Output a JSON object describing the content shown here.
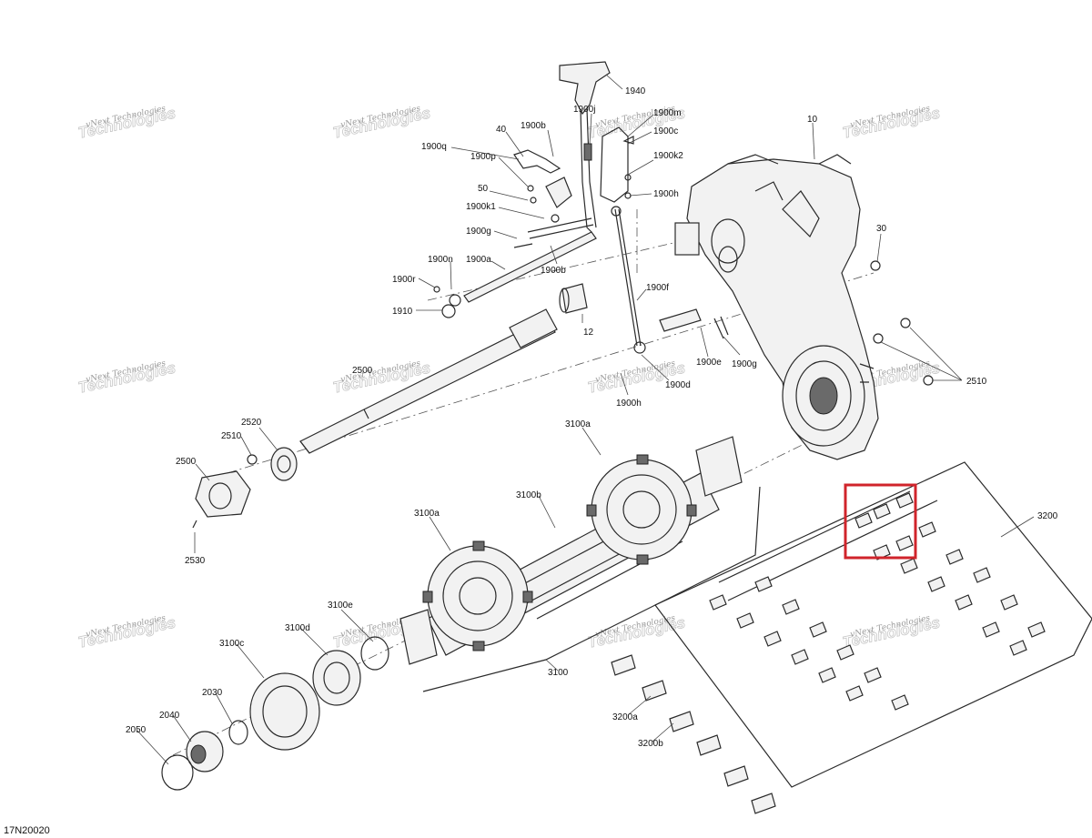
{
  "watermark": {
    "small": "vNext Technologies",
    "large": "Technologies"
  },
  "drawing_ref": "17N20020",
  "callouts": {
    "c1940": "1940",
    "c1900j": "1900j",
    "c1900m": "1900m",
    "c1900c": "1900c",
    "c1900b_top": "1900b",
    "c40": "40",
    "c1900q": "1900q",
    "c1900p": "1900p",
    "c1900k2": "1900k2",
    "c50": "50",
    "c1900h_top": "1900h",
    "c1900k1": "1900k1",
    "c1900g_left": "1900g",
    "c1900n": "1900n",
    "c1900a": "1900a",
    "c1900b_mid": "1900b",
    "c1900r": "1900r",
    "c1910": "1910",
    "c12": "12",
    "c1900f": "1900f",
    "c10": "10",
    "c30": "30",
    "c2500_shaft": "2500",
    "c2510_right": "2510",
    "c1900e": "1900e",
    "c1900g_right": "1900g",
    "c1900d": "1900d",
    "c1900h_bot": "1900h",
    "c2520": "2520",
    "c2510_left": "2510",
    "c2500": "2500",
    "c2530": "2530",
    "c3100a_top": "3100a",
    "c3100b": "3100b",
    "c3100a_left": "3100a",
    "c3200": "3200",
    "c3100e": "3100e",
    "c3100d": "3100d",
    "c3100c": "3100c",
    "c3100": "3100",
    "c2030": "2030",
    "c2040": "2040",
    "c2050": "2050",
    "c3200a": "3200a",
    "c3200b": "3200b"
  }
}
